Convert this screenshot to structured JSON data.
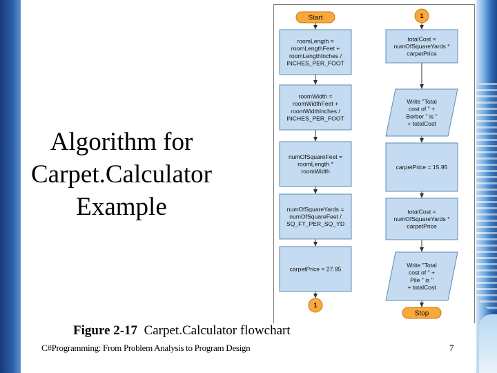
{
  "slide": {
    "title_lines": [
      "Algorithm for",
      "Carpet.Calculator",
      "Example"
    ],
    "figure_label": "Figure 2-17",
    "figure_caption": "Carpet.Calculator flowchart",
    "footer": "C#Programming: From Problem Analysis to Program Design",
    "page_number": "7"
  },
  "colors": {
    "terminal_fill": "#f9a83c",
    "box_fill": "#c4dbf1",
    "box_stroke": "#5e8bb8",
    "arrow": "#333333",
    "left_band": "#2a5fa8"
  },
  "flowchart": {
    "left_column": [
      {
        "type": "terminal",
        "lines": [
          "Start"
        ]
      },
      {
        "type": "process",
        "lines": [
          "roomLength =",
          "roomLengthFeet +",
          "roomLengthInches /",
          "INCHES_PER_FOOT"
        ]
      },
      {
        "type": "process",
        "lines": [
          "roomWidth =",
          "roomWidthFeet +",
          "roomWidthInches /",
          "INCHES_PER_FOOT"
        ]
      },
      {
        "type": "process",
        "lines": [
          "numOfSquareFeet =",
          "roomLength *",
          "roomWidth"
        ]
      },
      {
        "type": "process",
        "lines": [
          "numOfSquareYards =",
          "numOfSquareFeet /",
          "SQ_FT_PER_SQ_YD"
        ]
      },
      {
        "type": "process",
        "lines": [
          "carpetPrice = 27.95"
        ]
      },
      {
        "type": "connector",
        "lines": [
          "1"
        ]
      }
    ],
    "right_column": [
      {
        "type": "connector",
        "lines": [
          "1"
        ]
      },
      {
        "type": "process",
        "lines": [
          "totalCost =",
          "numOfSquareYards *",
          "carpetPrice"
        ]
      },
      {
        "type": "io",
        "lines": [
          "Write \"Total",
          "cost of \" +",
          "Berber \" is \"",
          "+ totalCost"
        ]
      },
      {
        "type": "process",
        "lines": [
          "carpetPrice = 15.95"
        ]
      },
      {
        "type": "process",
        "lines": [
          "totalCost =",
          "numOfSquareYards *",
          "carpetPrice"
        ]
      },
      {
        "type": "io",
        "lines": [
          "Write \"Total",
          "cost of \" +",
          "Pile \" is \"",
          "+ totalCost"
        ]
      },
      {
        "type": "terminal",
        "lines": [
          "Stop"
        ]
      }
    ]
  }
}
